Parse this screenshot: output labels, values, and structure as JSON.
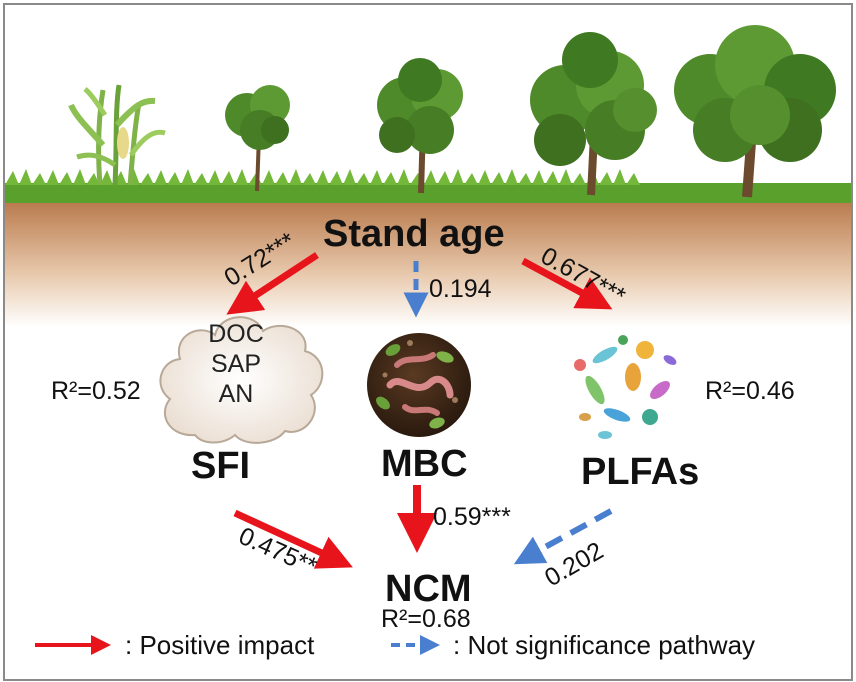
{
  "root": {
    "label": "Stand age"
  },
  "nodes": {
    "sfi": {
      "label": "SFI",
      "r2": "R²=0.52",
      "variables": [
        "DOC",
        "SAP",
        "AN"
      ]
    },
    "mbc": {
      "label": "MBC"
    },
    "plfas": {
      "label": "PLFAs",
      "r2": "R²=0.46"
    },
    "ncm": {
      "label": "NCM",
      "r2": "R²=0.68"
    }
  },
  "paths": {
    "age_sfi": {
      "coef": "0.72***",
      "type": "positive"
    },
    "age_mbc": {
      "coef": "0.194",
      "type": "not-significant"
    },
    "age_plfas": {
      "coef": "0.677***",
      "type": "positive"
    },
    "sfi_ncm": {
      "coef": "0.475**",
      "type": "positive"
    },
    "mbc_ncm": {
      "coef": "0.59***",
      "type": "positive"
    },
    "plfas_ncm": {
      "coef": "0.202",
      "type": "not-significant"
    }
  },
  "legend": {
    "positive": ": Positive impact",
    "not_significant": ": Not significance pathway"
  },
  "colors": {
    "positive": "#e8141c",
    "not_significant": "#4a7fcf",
    "soil": "#c68a5c",
    "grass": "#4f9a2a"
  }
}
